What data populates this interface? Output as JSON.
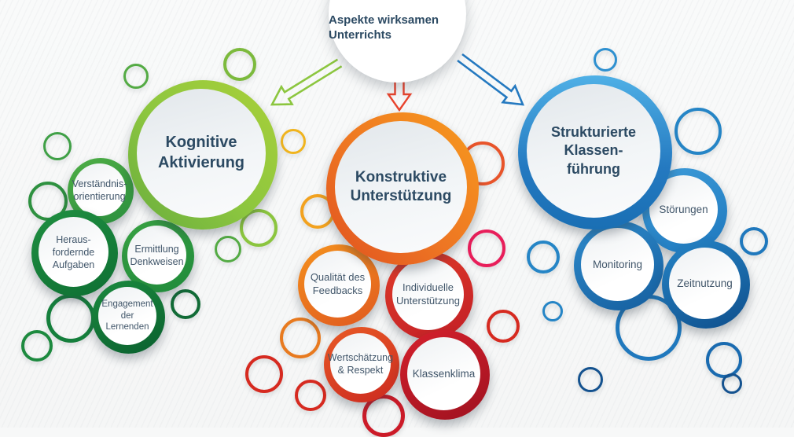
{
  "root": {
    "lines": [
      "Aspekte wirksamen",
      "Unterrichts"
    ]
  },
  "arrows": {
    "left": {
      "name": "arrow-to-kognitive-aktivierung",
      "color": "#8cc63f"
    },
    "center": {
      "name": "arrow-to-konstruktive-unterstuetzung",
      "color": "#e8432d"
    },
    "right": {
      "name": "arrow-to-strukturierte-klassenfuehrung",
      "color": "#2479c0"
    }
  },
  "clusters": {
    "green": {
      "accent": "#8cc63f",
      "title": {
        "lines": [
          "Kognitive",
          "Aktivierung"
        ]
      },
      "nodes": {
        "verstaendnis": {
          "lines": [
            "Verständnis-",
            "orientierung"
          ]
        },
        "ermittlung": {
          "lines": [
            "Ermittlung",
            "Denkweisen"
          ]
        },
        "heraus": {
          "lines": [
            "Heraus-",
            "fordernde",
            "Aufgaben"
          ]
        },
        "engagement": {
          "lines": [
            "Engagement",
            "der Lernenden"
          ]
        }
      }
    },
    "orange": {
      "accent": "#ee7623",
      "title": {
        "lines": [
          "Konstruktive",
          "Unterstützung"
        ]
      },
      "nodes": {
        "individuelle": {
          "lines": [
            "Individuelle",
            "Unterstützung"
          ]
        },
        "qualitaet": {
          "lines": [
            "Qualität des",
            "Feedbacks"
          ]
        },
        "wertschaetzung": {
          "lines": [
            "Wertschätzung",
            "& Respekt"
          ]
        },
        "klassenklima": {
          "lines": [
            "Klassenklima"
          ]
        }
      }
    },
    "blue": {
      "accent": "#2479c0",
      "title": {
        "lines": [
          "Strukturierte",
          "Klassen-",
          "führung"
        ]
      },
      "nodes": {
        "stoerungen": {
          "lines": [
            "Störungen"
          ]
        },
        "monitoring": {
          "lines": [
            "Monitoring"
          ]
        },
        "zeitnutzung": {
          "lines": [
            "Zeitnutzung"
          ]
        }
      }
    }
  }
}
